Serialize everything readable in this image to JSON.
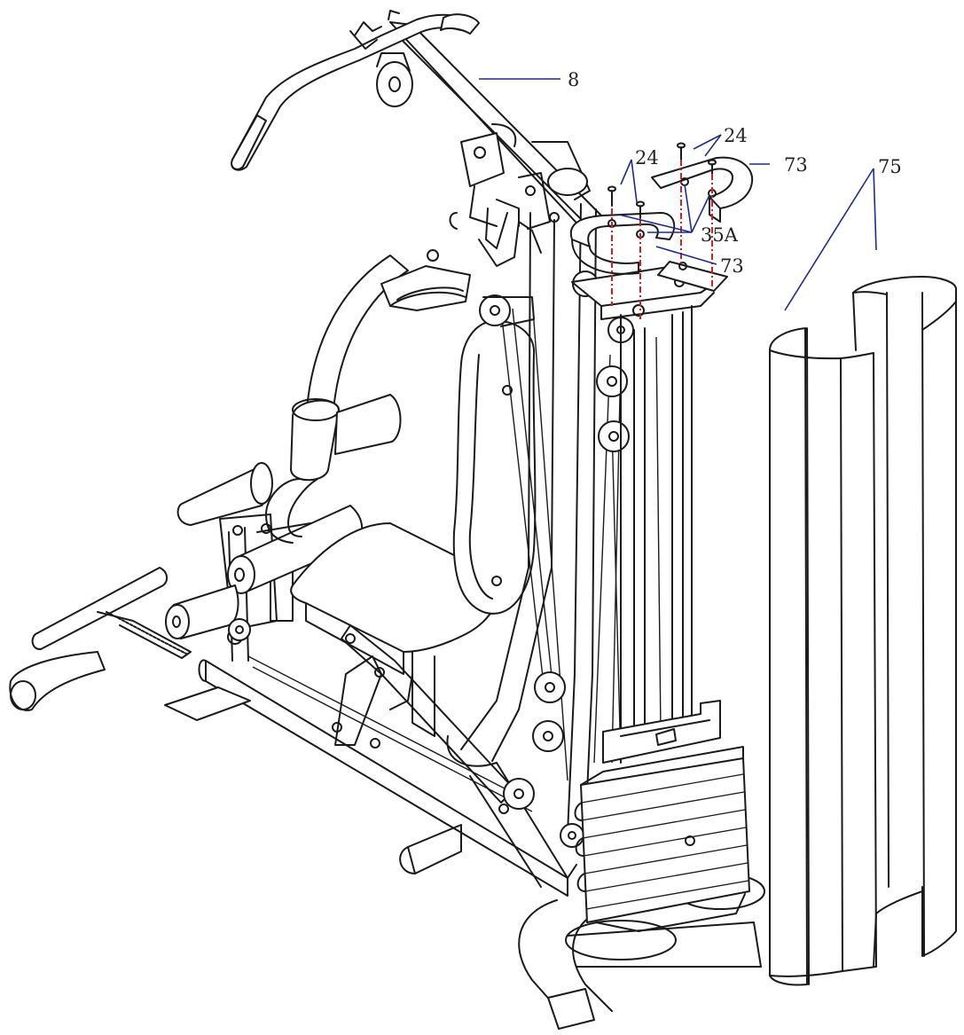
{
  "diagram": {
    "callouts": [
      {
        "id": "8",
        "text": "8"
      },
      {
        "id": "24a",
        "text": "24"
      },
      {
        "id": "24b",
        "text": "24"
      },
      {
        "id": "73a",
        "text": "73"
      },
      {
        "id": "73b",
        "text": "73"
      },
      {
        "id": "35a",
        "text": "35A"
      },
      {
        "id": "75",
        "text": "75"
      }
    ],
    "colors": {
      "line": "#1a1a1a",
      "leader": "#1f2b8c",
      "guide": "#d02020",
      "background": "#ffffff"
    }
  }
}
